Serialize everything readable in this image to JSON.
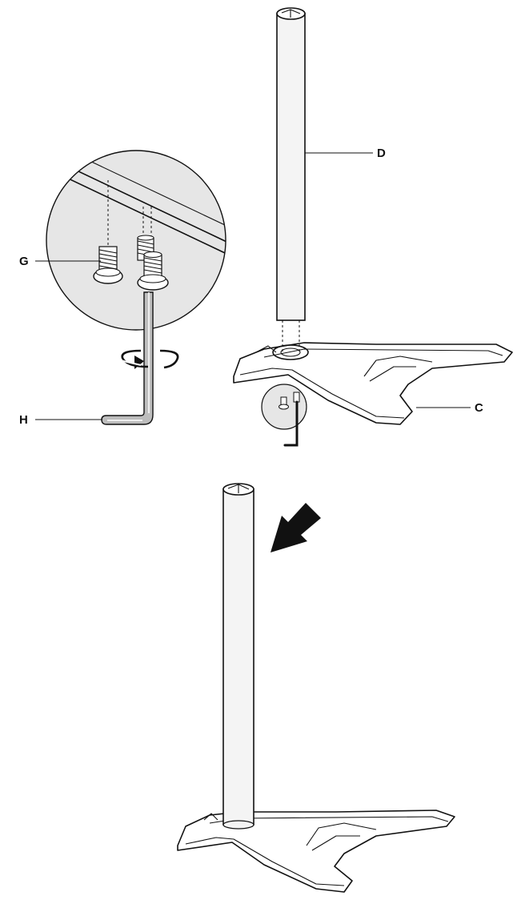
{
  "labels": {
    "d": "D",
    "c": "C",
    "g": "G",
    "h": "H"
  },
  "colors": {
    "line": "#111111",
    "detail_circle": "#e6e6e6",
    "tube_shade": "#f4f4f4",
    "arrow": "#111111"
  },
  "icons": {
    "rotation": "rotate-clockwise-icon",
    "direction": "down-left-arrow-icon"
  }
}
